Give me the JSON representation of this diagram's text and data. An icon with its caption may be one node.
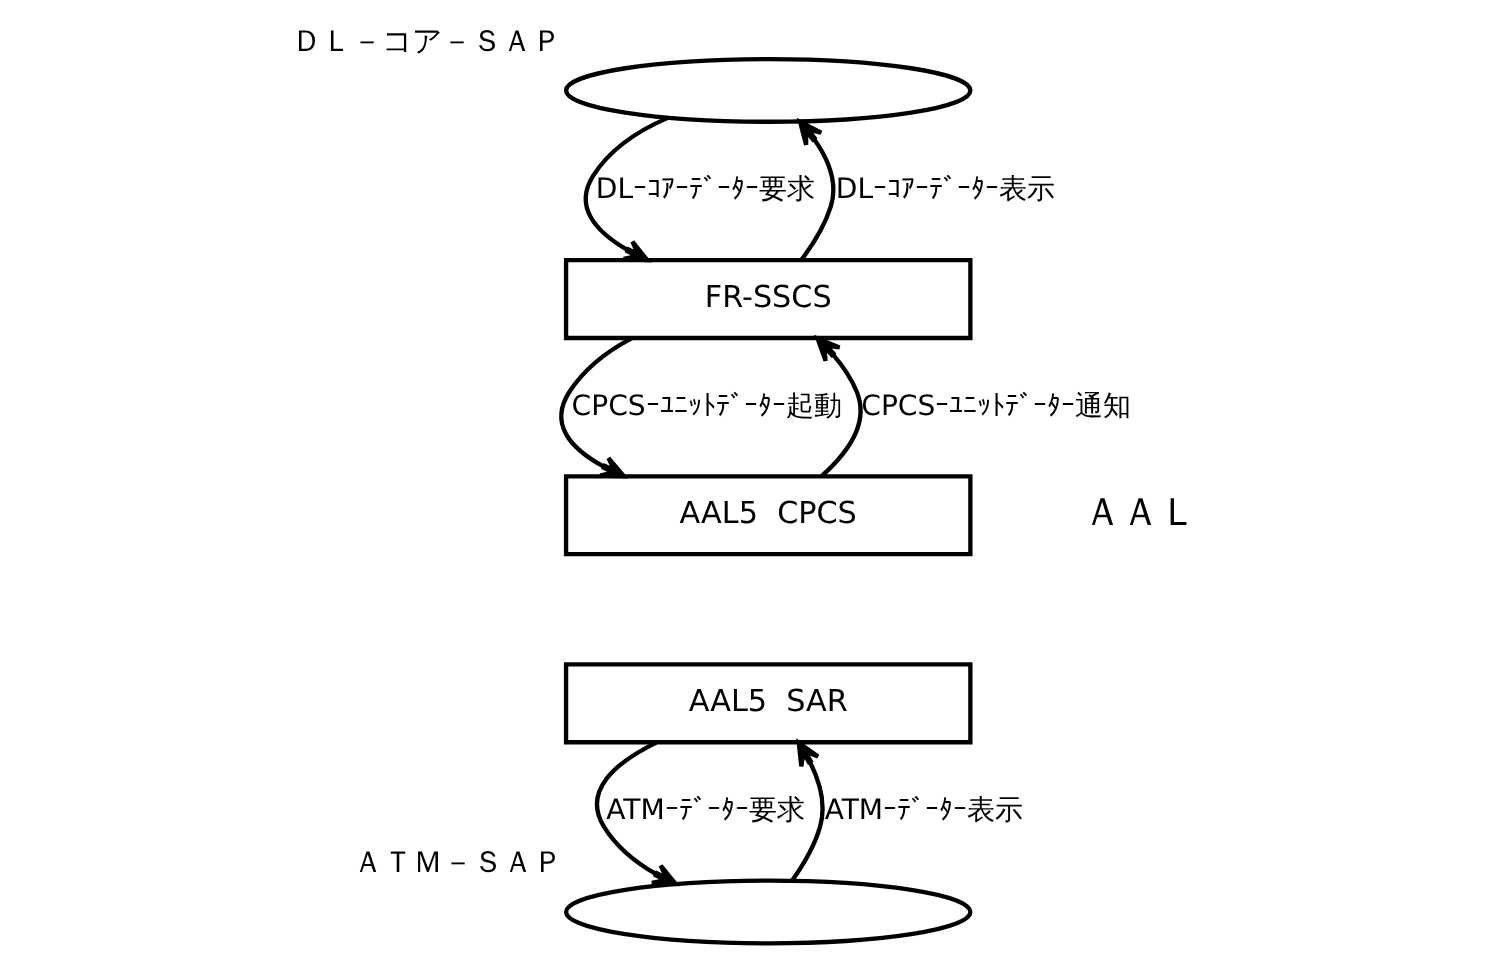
{
  "diagram": {
    "nodes": [
      {
        "text": [],
        "shape": "ellipse",
        "beside": [
          "ＤＬ－コア－ＳＡＰ"
        ]
      },
      {
        "text": [
          "FR-SSCS"
        ]
      },
      {
        "text": [
          "AAL5  CPCS"
        ]
      },
      {
        "text": [
          "AAL5  SAR"
        ]
      },
      {
        "text": [],
        "shape": "ellipse",
        "beside": [
          "ＡＴＭ－ＳＡＰ"
        ]
      }
    ],
    "edges": [
      {
        "from": 0,
        "to": 1,
        "arrow": "to",
        "label": "DLｰｺｱｰﾃﾞｰﾀｰ要求"
      },
      {
        "from": 1,
        "to": 0,
        "arrow": "to",
        "label": "DLｰｺｱｰﾃﾞｰﾀｰ表示"
      },
      {
        "from": 1,
        "to": 2,
        "arrow": "to",
        "label": "CPCSｰﾕﾆｯﾄﾃﾞｰﾀｰ起動"
      },
      {
        "from": 2,
        "to": 1,
        "arrow": "to",
        "label": "CPCSｰﾕﾆｯﾄﾃﾞｰﾀｰ通知"
      },
      {
        "from": 3,
        "to": 4,
        "arrow": "to",
        "label": "ATMｰﾃﾞｰﾀｰ要求"
      },
      {
        "from": 4,
        "to": 3,
        "arrow": "to",
        "label": "ATMｰﾃﾞｰﾀｰ表示"
      }
    ],
    "labels": [
      "ＡＡＬ"
    ]
  }
}
